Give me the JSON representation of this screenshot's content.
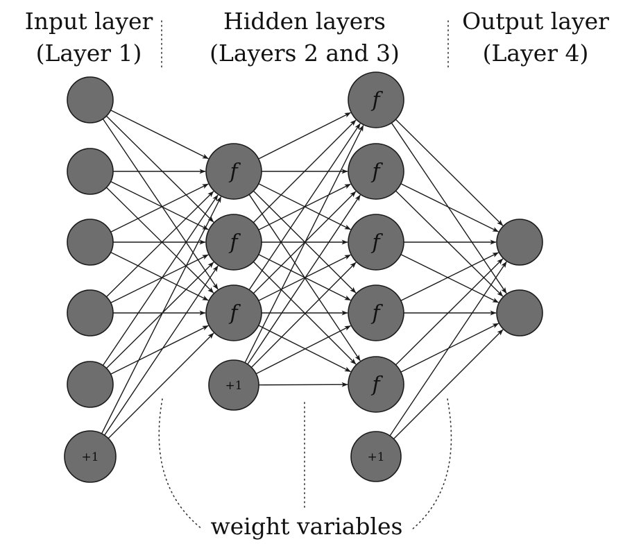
{
  "headers": {
    "input": {
      "line1": "Input layer",
      "line2": "(Layer 1)"
    },
    "hidden": {
      "line1": "Hidden layers",
      "line2": "(Layers 2 and 3)"
    },
    "output": {
      "line1": "Output layer",
      "line2": "(Layer 4)"
    }
  },
  "footer": {
    "label": "weight variables"
  },
  "node_labels": {
    "activation": "f",
    "bias": "+1"
  },
  "colors": {
    "node_fill": "#6e6e6e",
    "node_stroke": "#1a1a1a",
    "edge": "#1a1a1a",
    "divider": "#333333"
  },
  "network": {
    "layers": [
      {
        "name": "layer-1",
        "units": 5,
        "unit_label": "",
        "bias": true
      },
      {
        "name": "layer-2",
        "units": 3,
        "unit_label": "f",
        "bias": true
      },
      {
        "name": "layer-3",
        "units": 5,
        "unit_label": "f",
        "bias": true
      },
      {
        "name": "layer-4",
        "units": 2,
        "unit_label": "",
        "bias": false
      }
    ]
  }
}
